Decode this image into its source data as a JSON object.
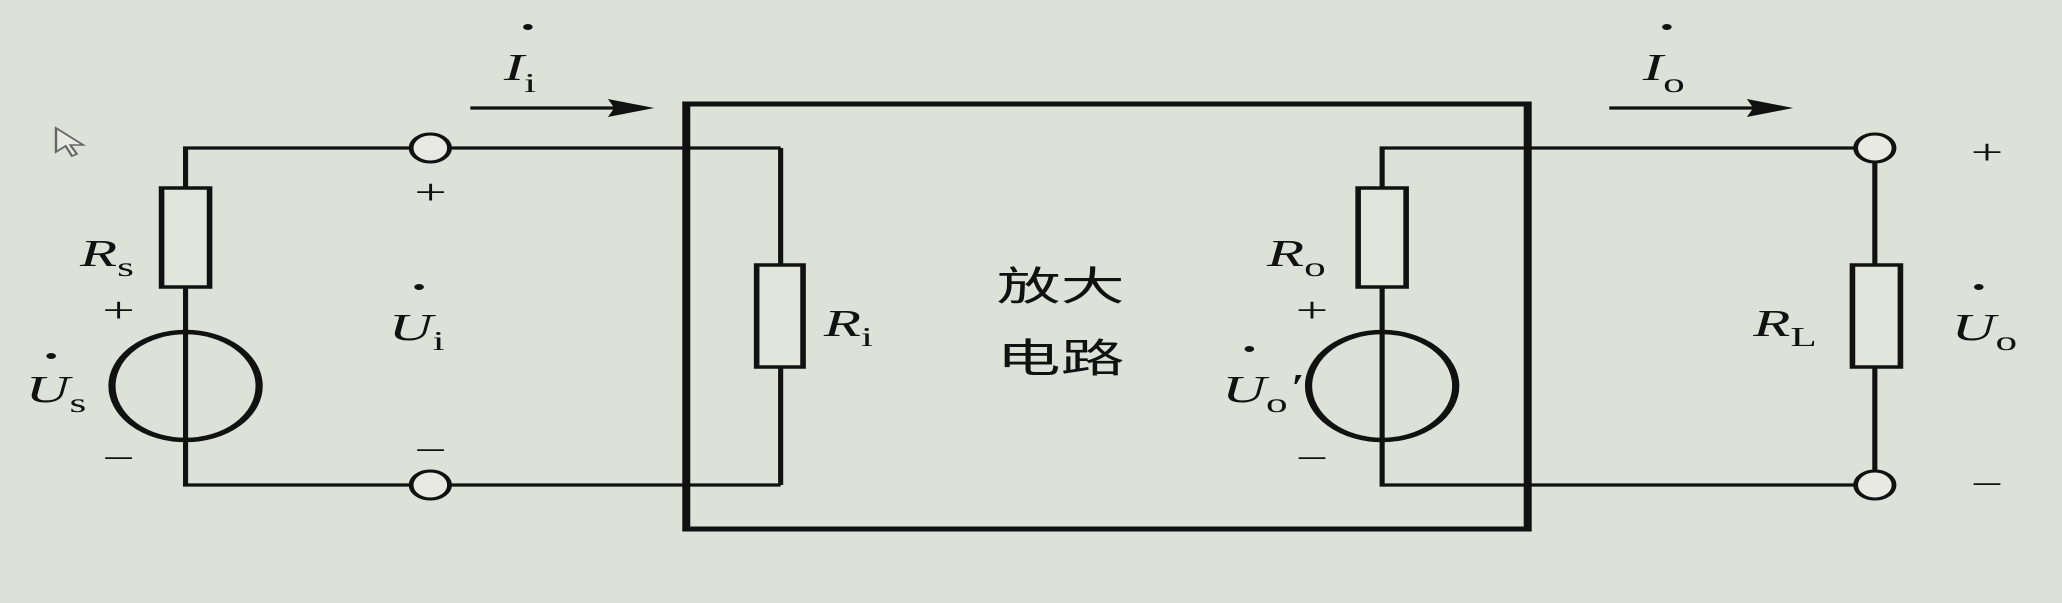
{
  "diagram": {
    "box_label_line1": "放大",
    "box_label_line2": "电路",
    "labels": {
      "Rs": {
        "main": "R",
        "sub": "s"
      },
      "Us": {
        "main": "U",
        "sub": "s"
      },
      "Ii": {
        "main": "I",
        "sub": "i"
      },
      "Ui": {
        "main": "U",
        "sub": "i"
      },
      "Ri": {
        "main": "R",
        "sub": "i"
      },
      "Ro": {
        "main": "R",
        "sub": "o"
      },
      "Uo_prime": {
        "main": "U",
        "sub": "o",
        "prime": "′"
      },
      "Io": {
        "main": "I",
        "sub": "o"
      },
      "RL": {
        "main": "R",
        "sub": "L"
      },
      "Uo": {
        "main": "U",
        "sub": "o"
      }
    },
    "signs": {
      "plus": "+",
      "minus": "−"
    }
  },
  "colors": {
    "background": "#dee1d7",
    "ink": "#111111"
  }
}
